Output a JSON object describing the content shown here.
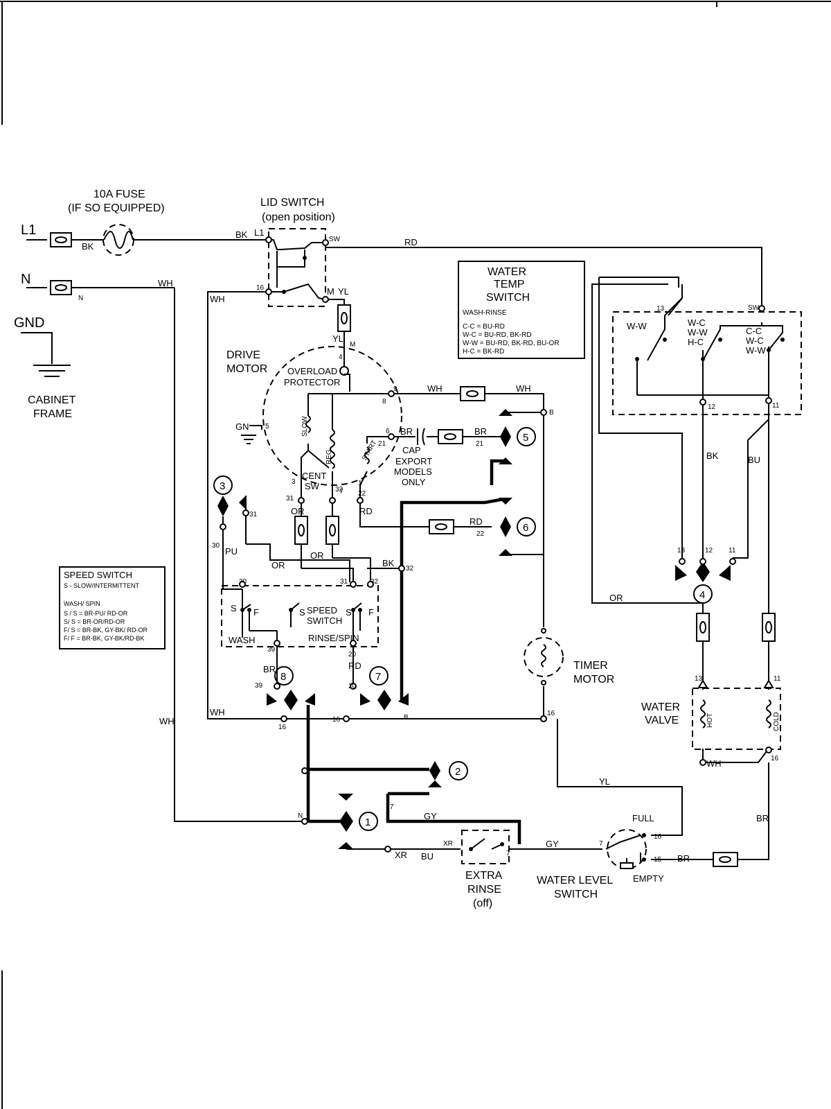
{
  "lines": {
    "l1": "L1",
    "n": "N",
    "gnd": "GND",
    "cabinet_1": "CABINET",
    "cabinet_2": "FRAME"
  },
  "fuse": {
    "line1": "10A FUSE",
    "line2": "(IF SO EQUIPPED)"
  },
  "lid_switch": {
    "line1": "LID SWITCH",
    "line2": "(open position)",
    "t_l1": "L1",
    "t_sw": "SW",
    "t_16": "16",
    "t_m": "M"
  },
  "water_temp_box": {
    "l1": "WATER",
    "l2": "TEMP",
    "l3": "SWITCH",
    "l4": "WASH-RINSE",
    "l5": "C-C = BU-RD",
    "l6": "W-C = BU-RD, BK-RD",
    "l7": "W-W = BU-RD, BK-RD, BU-OR",
    "l8": "H-C = BK-RD"
  },
  "temp_switch": {
    "ww": "W-W",
    "wc": "W-C",
    "ww2": "W-W",
    "hc": "H-C",
    "cc": "C-C",
    "wc2": "W-C",
    "ww3": "W-W",
    "t13": "13",
    "tsw": "SW",
    "t12": "12",
    "t11": "11"
  },
  "motor": {
    "drive_1": "DRIVE",
    "drive_2": "MOTOR",
    "overload_1": "OVERLOAD",
    "overload_2": "PROTECTOR",
    "slow": "SLOW",
    "reg": "REG",
    "start": "START",
    "cent_1": "CENT",
    "cent_2": "SW",
    "gn": "GN",
    "t5": "5",
    "t4": "4",
    "tm": "M",
    "t9": "9",
    "t8": "8",
    "t6": "6",
    "t21": "21",
    "t3": "3",
    "t7": "7",
    "t1": "1",
    "t31": "31",
    "t32": "32",
    "t22": "22"
  },
  "cap": {
    "cap": "CAP",
    "export_1": "EXPORT",
    "export_2": "MODELS",
    "export_3": "ONLY"
  },
  "speed_box": {
    "l1": "SPEED SWITCH",
    "l2": "S - SLOW/INTERMITTENT",
    "l3": "WASH/ SPIN",
    "l4": "S / S = BR-PU/ RD-OR",
    "l5": "S/ S = BR-OR/RD-OR",
    "l6": "F/ S = BR-BK, GY-BK/ RD-OR",
    "l7": "F/ F = BR-BK, GY-BK/RD-BK"
  },
  "speed_switch": {
    "s1": "S",
    "f1": "F",
    "s2": "S",
    "label_1": "SPEED",
    "label_2": "SWITCH",
    "s3": "S",
    "f2": "F",
    "wash": "WASH",
    "rinse_spin": "RINSE/SPIN",
    "t30": "30",
    "t31": "31",
    "t32": "32",
    "t39": "39",
    "t20": "20"
  },
  "timer": {
    "label_1": "TIMER",
    "label_2": "MOTOR",
    "c1": "1",
    "c2": "2",
    "c3": "3",
    "c4": "4",
    "c5": "5",
    "c6": "6",
    "c7": "7",
    "c8": "8"
  },
  "water_valve": {
    "label_1": "WATER",
    "label_2": "VALVE",
    "hot": "HOT",
    "cold": "COLD",
    "t13": "13",
    "t11": "11",
    "t16": "16"
  },
  "extra_rinse": {
    "l1": "EXTRA",
    "l2": "RINSE",
    "l3": "(off)",
    "xr": "XR",
    "t7": "7"
  },
  "water_level": {
    "l1": "WATER LEVEL",
    "l2": "SWITCH",
    "full": "FULL",
    "empty": "EMPTY",
    "t7": "7",
    "t16": "16",
    "t15": "15"
  },
  "wire_labels": {
    "bk1": "BK",
    "bk2": "BK",
    "n": "N",
    "wh1": "WH",
    "wh2": "WH",
    "rd1": "RD",
    "yl1": "YL",
    "yl2": "YL",
    "wh3": "WH",
    "wh4": "WH",
    "br1": "BR",
    "br2": "BR",
    "t21": "21",
    "rd2": "RD",
    "rd3": "RD",
    "t22": "22",
    "or1": "OR",
    "bk3": "BK",
    "t32": "32",
    "pu": "PU",
    "t30": "30",
    "t31": "31",
    "or2": "OR",
    "or3": "OR",
    "br3": "BR",
    "t39": "39",
    "rd4": "RD",
    "t20": "20",
    "wh5": "WH",
    "t16a": "16",
    "t16b": "16",
    "t16c": "16",
    "wh6": "WH",
    "yl3": "YL",
    "gy1": "GY",
    "t7a": "7",
    "xr": "XR",
    "bu1": "BU",
    "gy2": "GY",
    "br4": "BR",
    "br5": "BR",
    "wh7": "WH",
    "or4": "OR",
    "bk4": "BK",
    "bu2": "BU",
    "t13": "13",
    "t12": "12",
    "t11": "11",
    "tb": "B",
    "tb2": "B",
    "tn": "N"
  }
}
